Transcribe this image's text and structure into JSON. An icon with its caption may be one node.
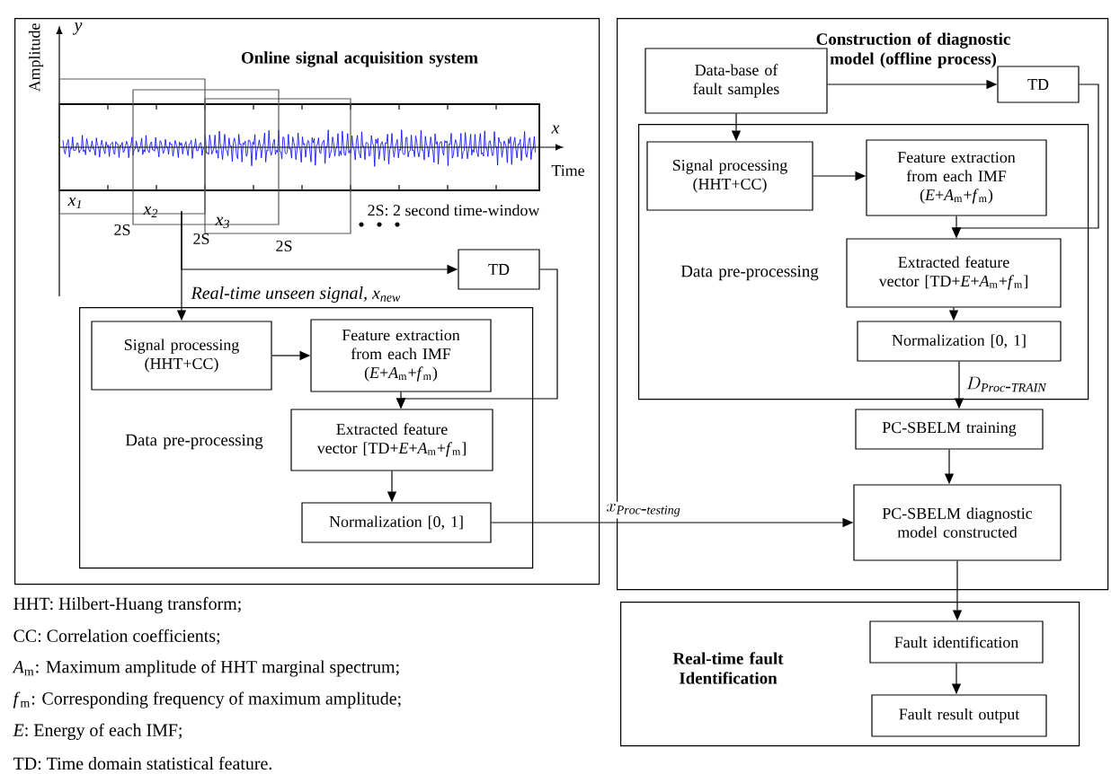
{
  "diagram": {
    "nodes": [
      {
        "text": [
          "Online signal acquisition system"
        ]
      },
      {
        "text": [],
        "shape": "picture",
        "in": 0
      },
      {
        "text": [
          "TD"
        ],
        "in": 0
      },
      {
        "text": [
          "Data pre-processing"
        ],
        "in": 0
      },
      {
        "text": [
          "Signal processing (HHT+CC)"
        ],
        "in": 3
      },
      {
        "text": [
          "Feature extraction from each IMF (*E*+*A*$_{m}$+*f*$_{m}$)"
        ],
        "in": 3
      },
      {
        "text": [
          "Extracted feature vector [TD+*E*+*A*$_{m}$+*f*$_{m}$]"
        ],
        "in": 3
      },
      {
        "text": [
          "Normalization [0, 1]"
        ],
        "in": 3
      },
      {
        "text": [
          "Construction of diagnostic model (offline process)"
        ]
      },
      {
        "text": [
          "Data-base of fault samples"
        ],
        "in": 8
      },
      {
        "text": [
          "TD"
        ],
        "in": 8
      },
      {
        "text": [
          "Data pre-processing"
        ],
        "in": 8
      },
      {
        "text": [
          "Signal processing (HHT+CC)"
        ],
        "in": 11
      },
      {
        "text": [
          "Feature extraction from each IMF (*E*+*A*$_{m}$+*f*$_{m}$)"
        ],
        "in": 11
      },
      {
        "text": [
          "Extracted feature vector [TD+*E*+*A*$_{m}$+*f*$_{m}$]"
        ],
        "in": 11
      },
      {
        "text": [
          "Normalization [0, 1]"
        ],
        "in": 11
      },
      {
        "text": [
          "PC-SBELM training"
        ],
        "in": 8
      },
      {
        "text": [
          "PC-SBELM diagnostic model constructed"
        ],
        "in": 8
      },
      {
        "text": [
          "Real-time fault Identification"
        ]
      },
      {
        "text": [
          "Fault identification"
        ],
        "in": 18
      },
      {
        "text": [
          "Fault result output"
        ],
        "in": 18
      }
    ],
    "edges": [
      {
        "from": 1,
        "to": 2,
        "arrow": "to"
      },
      {
        "from": 1,
        "to": 4,
        "arrow": "to",
        "label": "Real-time unseen signal, x$_{new}$"
      },
      {
        "from": 4,
        "to": 5,
        "arrow": "to"
      },
      {
        "from": 5,
        "to": 6,
        "arrow": "to"
      },
      {
        "from": 2,
        "to": 6,
        "arrow": "to"
      },
      {
        "from": 6,
        "to": 7,
        "arrow": "to"
      },
      {
        "from": 7,
        "to": 17,
        "arrow": "to",
        "label": "x_{\\mathit{Proc}\\textit{-}\\mathit{testing}}"
      },
      {
        "from": 9,
        "to": 10,
        "arrow": "to"
      },
      {
        "from": 9,
        "to": 12,
        "arrow": "to"
      },
      {
        "from": 12,
        "to": 13,
        "arrow": "to"
      },
      {
        "from": 13,
        "to": 14,
        "arrow": "to"
      },
      {
        "from": 10,
        "to": 14,
        "arrow": "to"
      },
      {
        "from": 14,
        "to": 15,
        "arrow": "to"
      },
      {
        "from": 15,
        "to": 16,
        "arrow": "to",
        "label": "D_{\\mathit{Proc}\\textit{-}\\mathit{TRAIN}}"
      },
      {
        "from": 16,
        "to": 17,
        "arrow": "to"
      },
      {
        "from": 17,
        "to": 19,
        "arrow": "to"
      },
      {
        "from": 19,
        "to": 20,
        "arrow": "to"
      }
    ],
    "labels": [
      "Amplitude",
      "y",
      "x",
      "Time",
      "x$_{1}$",
      "x$_{2}$",
      "x$_{3}$",
      "2S",
      "2S",
      "2S",
      "2S: 2 second time-window",
      "HHT: Hilbert-Huang transform;",
      "CC:  Correlation coefficients;",
      "*A*$_{m}$: Maximum amplitude of HHT marginal spectrum;",
      "*f*$_{m}$: Corresponding frequency of  maximum amplitude;",
      "*E*: Energy of each IMF;",
      "TD: Time domain statistical feature."
    ]
  }
}
